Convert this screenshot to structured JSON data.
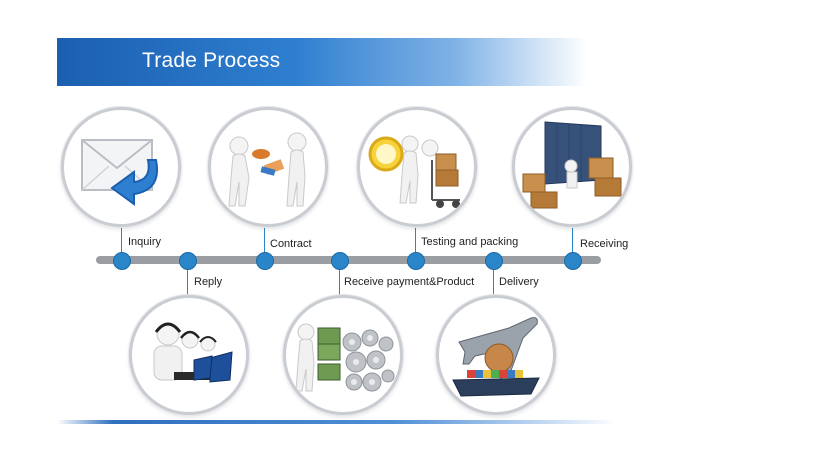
{
  "header": {
    "title": "Trade Process"
  },
  "steps": [
    {
      "label": "Inquiry",
      "icon": "envelope-arrow-icon"
    },
    {
      "label": "Reply",
      "icon": "call-center-icon"
    },
    {
      "label": "Contract",
      "icon": "handshake-contract-icon"
    },
    {
      "label": "Receive payment&Product",
      "icon": "money-gears-icon"
    },
    {
      "label": "Testing and packing",
      "icon": "package-testing-icon"
    },
    {
      "label": "Delivery",
      "icon": "plane-ship-icon"
    },
    {
      "label": "Receiving",
      "icon": "container-boxes-icon"
    }
  ],
  "colors": {
    "banner": "#1b5fb0",
    "dot": "#2a86c8",
    "timeline": "#9a9ea3"
  }
}
